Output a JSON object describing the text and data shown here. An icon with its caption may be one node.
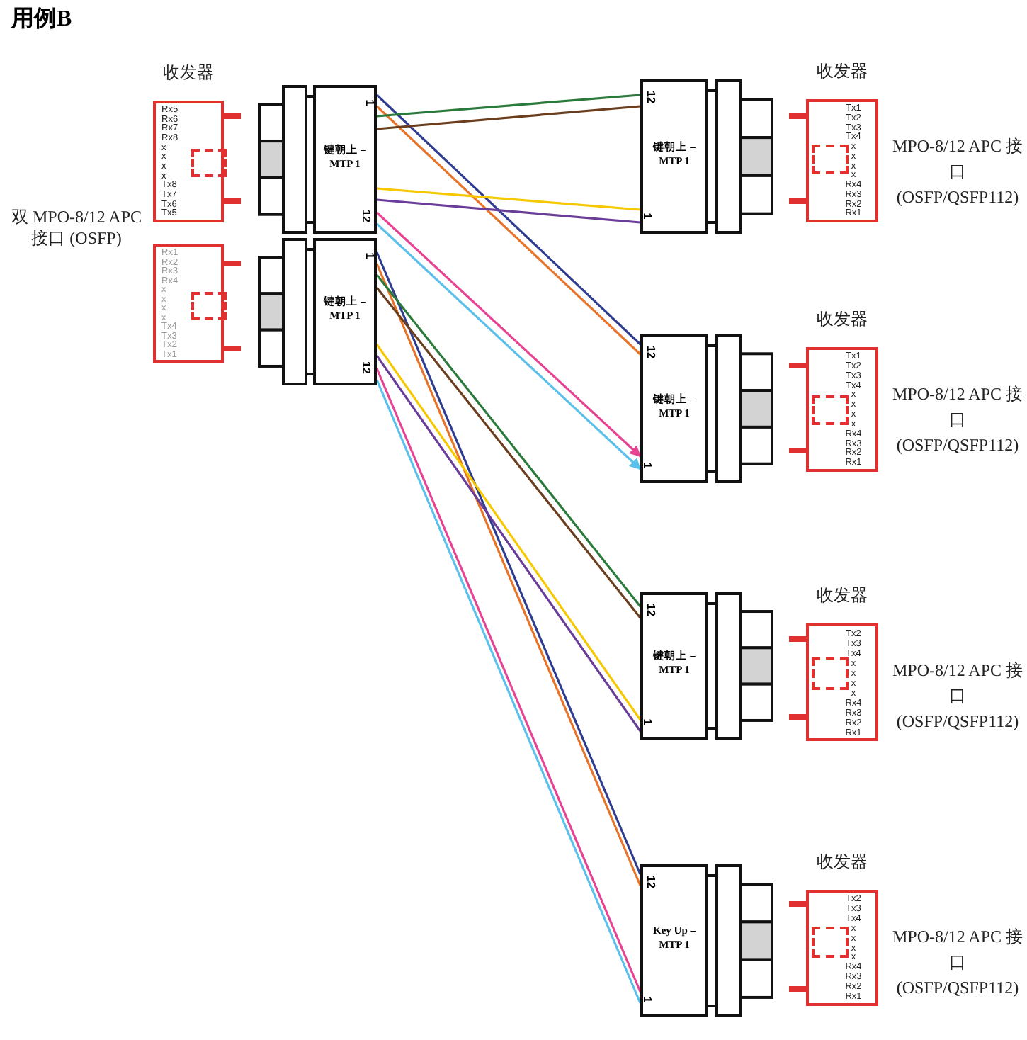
{
  "diagram": {
    "title": "用例B",
    "nodes": [
      {
        "text": [
          "收发器",
          "Rx5",
          "Rx6",
          "Rx7",
          "Rx8",
          "x",
          "x",
          "x",
          "x",
          "Tx8",
          "Tx7",
          "Tx6",
          "Tx5"
        ]
      },
      {
        "text": [
          "1",
          "键朝上 – MTP 1",
          "12"
        ]
      },
      {
        "text": [
          "Rx1",
          "Rx2",
          "Rx3",
          "Rx4",
          "x",
          "x",
          "x",
          "x",
          "Tx4",
          "Tx3",
          "Tx2",
          "Tx1"
        ]
      },
      {
        "text": [
          "1",
          "键朝上 – MTP 1",
          "12"
        ]
      },
      {
        "text": [
          "12",
          "键朝上 – MTP 1",
          "1"
        ]
      },
      {
        "text": [
          "收发器",
          "Tx1",
          "Tx2",
          "Tx3",
          "Tx4",
          "x",
          "x",
          "x",
          "x",
          "Rx4",
          "Rx3",
          "Rx2",
          "Rx1"
        ],
        "beside": [
          "MPO-8/12 APC 接口 (OSFP/QSFP112)"
        ]
      },
      {
        "text": [
          "12",
          "键朝上 – MTP 1",
          "1"
        ]
      },
      {
        "text": [
          "收发器",
          "Tx1",
          "Tx2",
          "Tx3",
          "Tx4",
          "x",
          "x",
          "x",
          "x",
          "Rx4",
          "Rx3",
          "Rx2",
          "Rx1"
        ],
        "beside": [
          "MPO-8/12 APC 接口 (OSFP/QSFP112)"
        ]
      },
      {
        "text": [
          "12",
          "键朝上 – MTP 1",
          "1"
        ]
      },
      {
        "text": [
          "收发器",
          "Tx2",
          "Tx3",
          "Tx4",
          "x",
          "x",
          "x",
          "x",
          "Rx4",
          "Rx3",
          "Rx2",
          "Rx1"
        ],
        "beside": [
          "MPO-8/12 APC 接口 (OSFP/QSFP112)"
        ]
      },
      {
        "text": [
          "12",
          "Key Up – MTP 1",
          "1"
        ]
      },
      {
        "text": [
          "收发器",
          "Tx2",
          "Tx3",
          "Tx4",
          "x",
          "x",
          "x",
          "x",
          "Rx4",
          "Rx3",
          "Rx2",
          "Rx1"
        ],
        "beside": [
          "MPO-8/12 APC 接口 (OSFP/QSFP112)"
        ]
      }
    ],
    "edges": [
      {
        "from": 1,
        "to": 6,
        "arrow": "none",
        "color": "#2e3d8f"
      },
      {
        "from": 1,
        "to": 6,
        "arrow": "none",
        "color": "#e8742a"
      },
      {
        "from": 1,
        "to": 4,
        "arrow": "none",
        "color": "#2a7a3b"
      },
      {
        "from": 1,
        "to": 4,
        "arrow": "none",
        "color": "#6b3e1e"
      },
      {
        "from": 1,
        "to": 4,
        "arrow": "none",
        "color": "#f5c800"
      },
      {
        "from": 1,
        "to": 4,
        "arrow": "none",
        "color": "#6a3d9a"
      },
      {
        "from": 1,
        "to": 6,
        "arrow": "to",
        "color": "#e84393"
      },
      {
        "from": 1,
        "to": 6,
        "arrow": "to",
        "color": "#5bc0eb"
      },
      {
        "from": 3,
        "to": 10,
        "arrow": "none",
        "color": "#2e3d8f"
      },
      {
        "from": 3,
        "to": 10,
        "arrow": "none",
        "color": "#e8742a"
      },
      {
        "from": 3,
        "to": 8,
        "arrow": "none",
        "color": "#2a7a3b"
      },
      {
        "from": 3,
        "to": 8,
        "arrow": "none",
        "color": "#6b3e1e"
      },
      {
        "from": 3,
        "to": 8,
        "arrow": "none",
        "color": "#f5c800"
      },
      {
        "from": 3,
        "to": 8,
        "arrow": "none",
        "color": "#6a3d9a"
      },
      {
        "from": 3,
        "to": 10,
        "arrow": "none",
        "color": "#e84393"
      },
      {
        "from": 3,
        "to": 10,
        "arrow": "none",
        "color": "#5bc0eb"
      }
    ],
    "labels": [
      "双 MPO-8/12 APC 接口 (OSFP)"
    ]
  }
}
